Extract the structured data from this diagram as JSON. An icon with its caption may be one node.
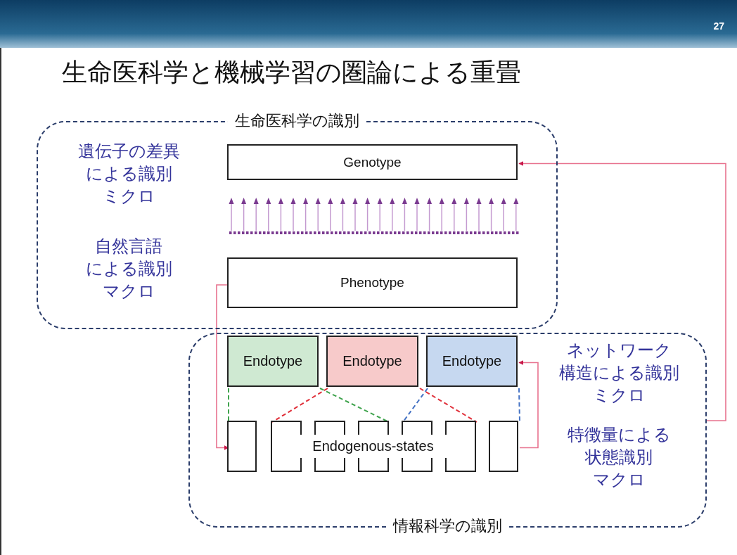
{
  "diagram": {
    "title": "生命医科学と機械学習の圏論による重畳",
    "nodes": [
      {
        "text": [
          "生命医科学の識別"
        ]
      },
      {
        "text": [
          "Genotype"
        ],
        "in": 0
      },
      {
        "text": [
          "Phenotype"
        ],
        "in": 0
      },
      {
        "text": [
          "情報科学の識別"
        ]
      },
      {
        "text": [
          "Endotype"
        ],
        "in": 3
      },
      {
        "text": [
          "Endotype"
        ],
        "in": 3
      },
      {
        "text": [
          "Endotype"
        ],
        "in": 3
      },
      {
        "text": [],
        "shape": "box",
        "in": 3
      },
      {
        "text": [
          "Endogenous-states"
        ],
        "in": 3
      },
      {
        "text": [],
        "shape": "box",
        "in": 3
      }
    ],
    "edges": [
      {
        "from": 2,
        "to": 7,
        "arrow": "to"
      },
      {
        "from": 9,
        "to": 6,
        "arrow": "to"
      },
      {
        "from": 3,
        "to": 1,
        "arrow": "to"
      },
      {
        "from": 4,
        "to": 7,
        "arrow": "none",
        "style": "dashed",
        "color": "#3fa34d"
      },
      {
        "from": 4,
        "to": 8,
        "arrow": "none",
        "style": "dashed",
        "color": "#3fa34d"
      },
      {
        "from": 5,
        "to": 8,
        "arrow": "none",
        "style": "dashed",
        "color": "#e0303a"
      },
      {
        "from": 5,
        "to": 8,
        "arrow": "none",
        "style": "dashed",
        "color": "#e0303a"
      },
      {
        "from": 6,
        "to": 8,
        "arrow": "none",
        "style": "dashed",
        "color": "#4472c4"
      },
      {
        "from": 6,
        "to": 9,
        "arrow": "none",
        "style": "dashed",
        "color": "#4472c4"
      }
    ],
    "labels": [
      "27",
      "遺伝子の差異",
      "による識別",
      "ミクロ",
      "自然言語",
      "による識別",
      "マクロ",
      "ネットワーク",
      "構造による識別",
      "ミクロ",
      "特徴量による",
      "状態識別",
      "マクロ"
    ]
  }
}
